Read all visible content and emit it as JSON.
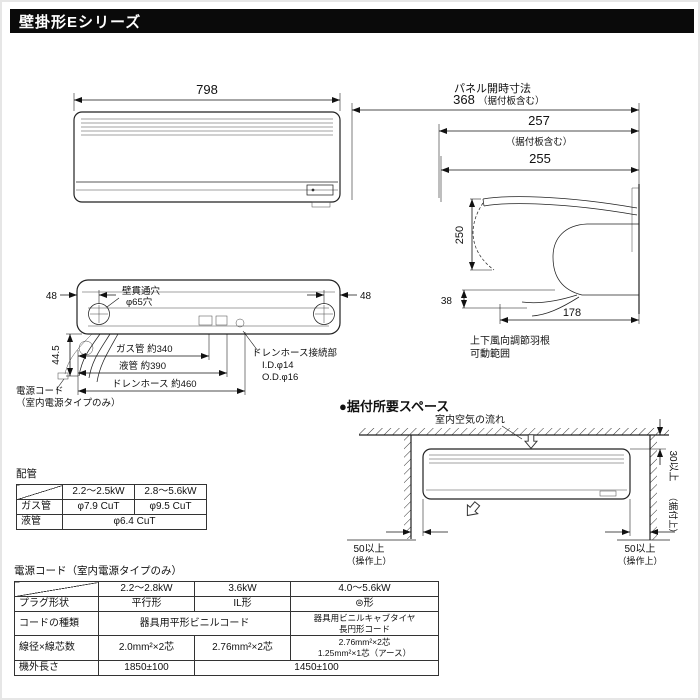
{
  "header": {
    "title": "壁掛形Eシリーズ"
  },
  "colors": {
    "title_bar": "#0a0a0a"
  },
  "front_view": {
    "dim_width": "798"
  },
  "side_view": {
    "heading": "パネル開時寸法",
    "dim1_value": "368",
    "dim1_note": "（据付板含む）",
    "dim2_value": "257",
    "dim2_note": "（据付板含む）",
    "dim3_value": "255",
    "dim_open": "250",
    "dim_gap": "38",
    "dim_depth": "178",
    "vane_note1": "上下風向調節羽根",
    "vane_note2": "可動範囲"
  },
  "bottom_view": {
    "dim_left": "48",
    "dim_right": "48",
    "dim_drop": "44.5",
    "hole_line1": "壁貫通穴",
    "hole_line2": "φ65穴",
    "dim_gas": "ガス管 約340",
    "dim_liquid": "液管 約390",
    "dim_drain": "ドレンホース 約460",
    "drain_conn1": "ドレンホース接続部",
    "drain_conn2": "I.D.φ14",
    "drain_conn3": "O.D.φ16",
    "cord_line1": "電源コード",
    "cord_line2": "（室内電源タイプのみ）"
  },
  "space_diagram": {
    "heading": "●据付所要スペース",
    "airflow_label": "室内空気の流れ",
    "left_clearance": "50以上",
    "left_note": "（操作上）",
    "right_clearance": "50以上",
    "right_note": "（操作上）",
    "top_clearance": "30以上",
    "top_note": "（据付上）"
  },
  "piping_table": {
    "title": "配管",
    "headers": [
      "2.2〜2.5kW",
      "2.8〜5.6kW"
    ],
    "gas_label": "ガス管",
    "gas_small": "φ7.9 CuT",
    "gas_large": "φ9.5 CuT",
    "liquid_label": "液管",
    "liquid_value": "φ6.4 CuT"
  },
  "cord_table": {
    "title": "電源コード（室内電源タイプのみ）",
    "headers": [
      "2.2〜2.8kW",
      "3.6kW",
      "4.0〜5.6kW"
    ],
    "plug_label": "プラグ形状",
    "plug1": "平行形",
    "plug2": "IL形",
    "plug3": "⊜形",
    "type_label": "コードの種類",
    "type12": "器具用平形ビニルコード",
    "type3a": "器具用ビニルキャブタイヤ",
    "type3b": "長円形コード",
    "wire_label": "線径×線芯数",
    "wire1": "2.0mm²×2芯",
    "wire2": "2.76mm²×2芯",
    "wire3a": "2.76mm²×2芯",
    "wire3b": "1.25mm²×1芯（アース）",
    "length_label": "機外長さ",
    "length1": "1850±100",
    "length23": "1450±100"
  }
}
